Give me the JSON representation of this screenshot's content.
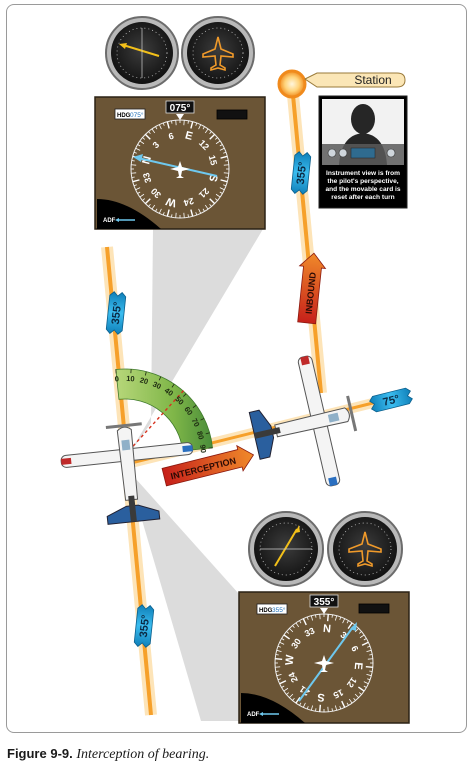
{
  "figure": {
    "number_label": "Figure 9-9.",
    "title": "Interception of bearing."
  },
  "station": {
    "label": "Station"
  },
  "colors": {
    "course_orange": "#f6a02a",
    "course_glow": "#fde4b8",
    "tag_blue": "#22a6dc",
    "tag_red": "#d6321e",
    "panel_brown": "#6b5536",
    "frame_grey": "#9a9a9a",
    "needle_blue": "#6ec8ee"
  },
  "bearing_tags": {
    "top": "355°",
    "left": "355°",
    "bottom": "355°",
    "right": "75°"
  },
  "arrows": {
    "inbound": "INBOUND",
    "interception": "INTERCEPTION"
  },
  "interception_arc": {
    "ticks": [
      "0",
      "10",
      "20",
      "30",
      "40",
      "50",
      "60",
      "70",
      "80",
      "90"
    ]
  },
  "rmi_top": {
    "heading": "075°",
    "hdg_label": "HDG",
    "hdg_value": "075°",
    "adf_label": "ADF"
  },
  "rmi_bottom": {
    "heading": "355°",
    "hdg_label": "HDG",
    "hdg_value": "355°",
    "adf_label": "ADF"
  },
  "compass_labels": {
    "north": "N",
    "east": "E",
    "south": "S",
    "west": "W",
    "n3": "3",
    "n6": "6",
    "n12": "12",
    "n15": "15",
    "n21": "21",
    "n24": "24",
    "n30": "30",
    "n33": "33"
  },
  "pilot_note": {
    "text_lines": [
      "Instrument view is from",
      "the pilot's perspective,",
      "and the movable card is",
      "reset after each turn"
    ]
  }
}
